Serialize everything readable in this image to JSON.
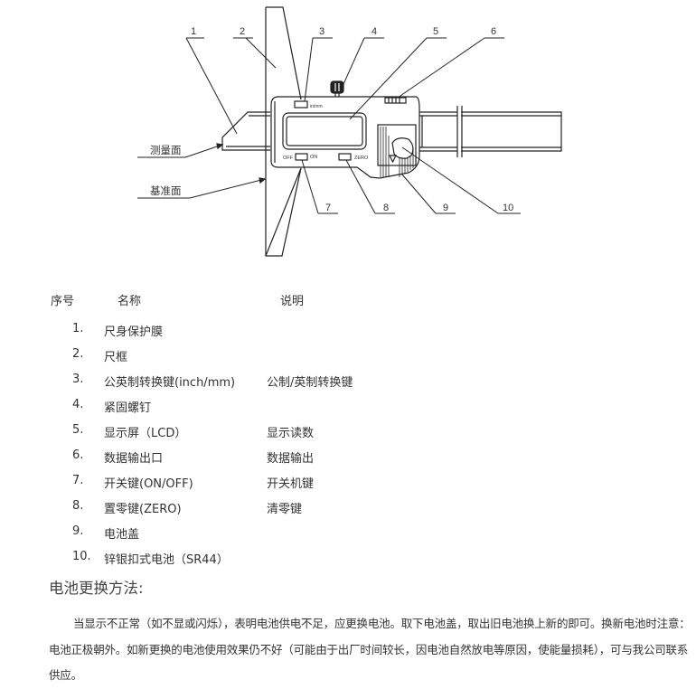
{
  "diagram": {
    "callouts": [
      "1",
      "2",
      "3",
      "4",
      "5",
      "6",
      "7",
      "8",
      "9",
      "10"
    ],
    "side_labels": {
      "measuring_face": "测量面",
      "reference_face": "基准面"
    },
    "device_labels": {
      "unit_key": "in/mm",
      "off": "OFF",
      "on": "ON",
      "zero": "ZERO"
    }
  },
  "table": {
    "headers": {
      "number": "序号",
      "name": "名称",
      "description": "说明"
    },
    "rows": [
      {
        "num": "1.",
        "name": "尺身保护膜",
        "desc": ""
      },
      {
        "num": "2.",
        "name": "尺框",
        "desc": ""
      },
      {
        "num": "3.",
        "name": "公英制转换键(inch/mm)",
        "desc": "公制/英制转换键"
      },
      {
        "num": "4.",
        "name": "紧固螺钉",
        "desc": ""
      },
      {
        "num": "5.",
        "name": "显示屏（LCD）",
        "desc": "显示读数"
      },
      {
        "num": "6.",
        "name": "数据输出口",
        "desc": "数据输出"
      },
      {
        "num": "7.",
        "name": "开关键(ON/OFF)",
        "desc": "开关机键"
      },
      {
        "num": "8.",
        "name": "置零键(ZERO)",
        "desc": "清零键"
      },
      {
        "num": "9.",
        "name": "电池盖",
        "desc": ""
      },
      {
        "num": "10.",
        "name": "锌银扣式电池（SR44）",
        "desc": ""
      }
    ]
  },
  "battery_section": {
    "title": "电池更换方法:",
    "paragraph": "当显示不正常（如不显或闪烁），表明电池供电不足，应更换电池。取下电池盖，取出旧电池换上新的即可。换新电池时注意：电池正极朝外。如新更换的电池使用效果仍不好（可能由于出厂时间较长，因电池自然放电等原因，使能量损耗），可与我公司联系供应。"
  }
}
